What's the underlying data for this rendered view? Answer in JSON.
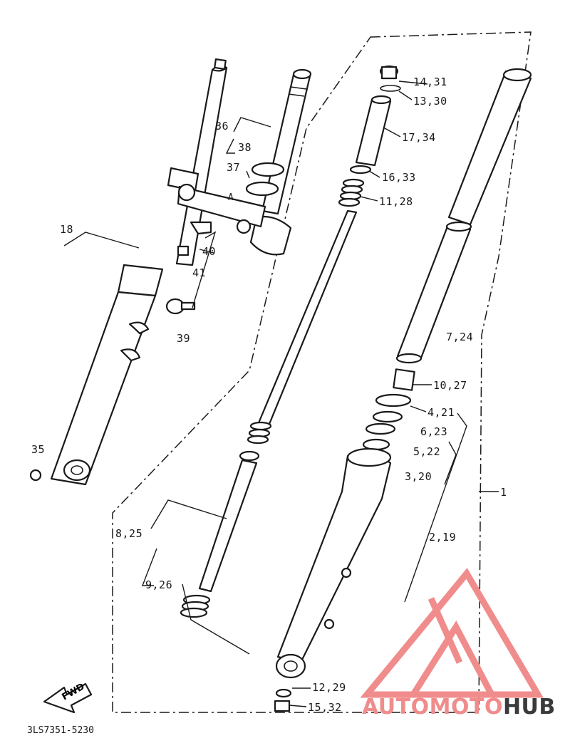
{
  "diagram_code": "3LS7351-5230",
  "fwd_label": "FWD",
  "watermark": {
    "text_a": "AUTOMOTO",
    "text_b": "HUB",
    "color_a": "#f08c8c",
    "color_b": "#3a3a3a"
  },
  "callouts": {
    "c1": "1",
    "c2": "2,19",
    "c3": "3,20",
    "c4": "4,21",
    "c5": "5,22",
    "c6": "6,23",
    "c7": "7,24",
    "c8": "8,25",
    "c9": "9,26",
    "c10": "10,27",
    "c11": "11,28",
    "c12": "12,29",
    "c13": "13,30",
    "c14": "14,31",
    "c15": "15,32",
    "c16": "16,33",
    "c17": "17,34",
    "c18": "18",
    "c35": "35",
    "c36": "36",
    "c37": "37",
    "c38": "38",
    "c39": "39",
    "c40": "40",
    "c41": "41",
    "cA": "A"
  }
}
